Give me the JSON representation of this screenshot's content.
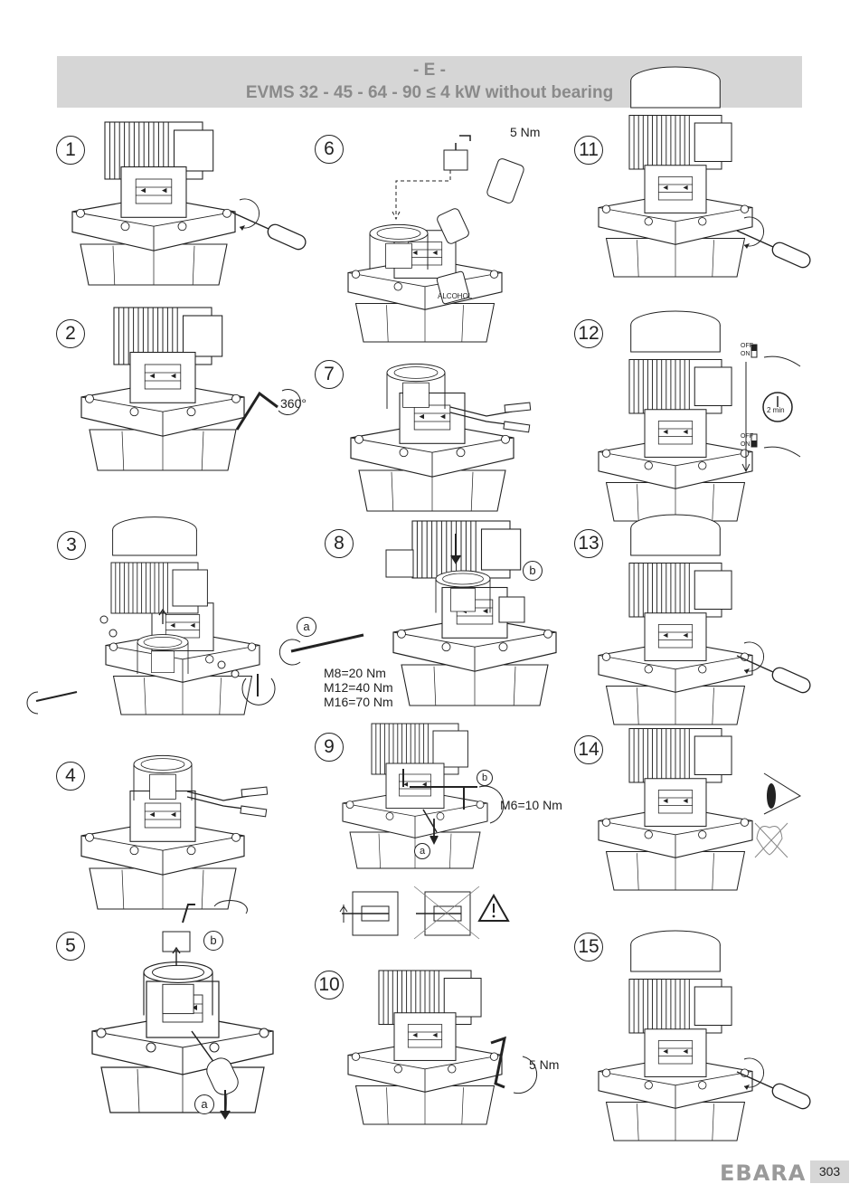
{
  "header": {
    "section": "- E -",
    "title": "EVMS 32 - 45 - 64 - 90 ≤ 4 kW without bearing"
  },
  "steps": [
    {
      "n": "1"
    },
    {
      "n": "2",
      "note": "360°"
    },
    {
      "n": "3"
    },
    {
      "n": "4"
    },
    {
      "n": "5",
      "a": "a",
      "b": "b"
    },
    {
      "n": "6",
      "torque": "5 Nm",
      "bottle": "ALCOHOL"
    },
    {
      "n": "7"
    },
    {
      "n": "8",
      "a": "a",
      "b": "b",
      "t1": "M8=20 Nm",
      "t2": "M12=40 Nm",
      "t3": "M16=70 Nm"
    },
    {
      "n": "9",
      "a": "a",
      "b": "b",
      "torque": "M6=10 Nm"
    },
    {
      "n": "10",
      "torque": "5 Nm"
    },
    {
      "n": "11"
    },
    {
      "n": "12",
      "off": "OFF",
      "on": "ON",
      "timer": "2 min"
    },
    {
      "n": "13"
    },
    {
      "n": "14"
    },
    {
      "n": "15"
    }
  ],
  "footer": {
    "brand": "EBARA",
    "page": "303"
  }
}
